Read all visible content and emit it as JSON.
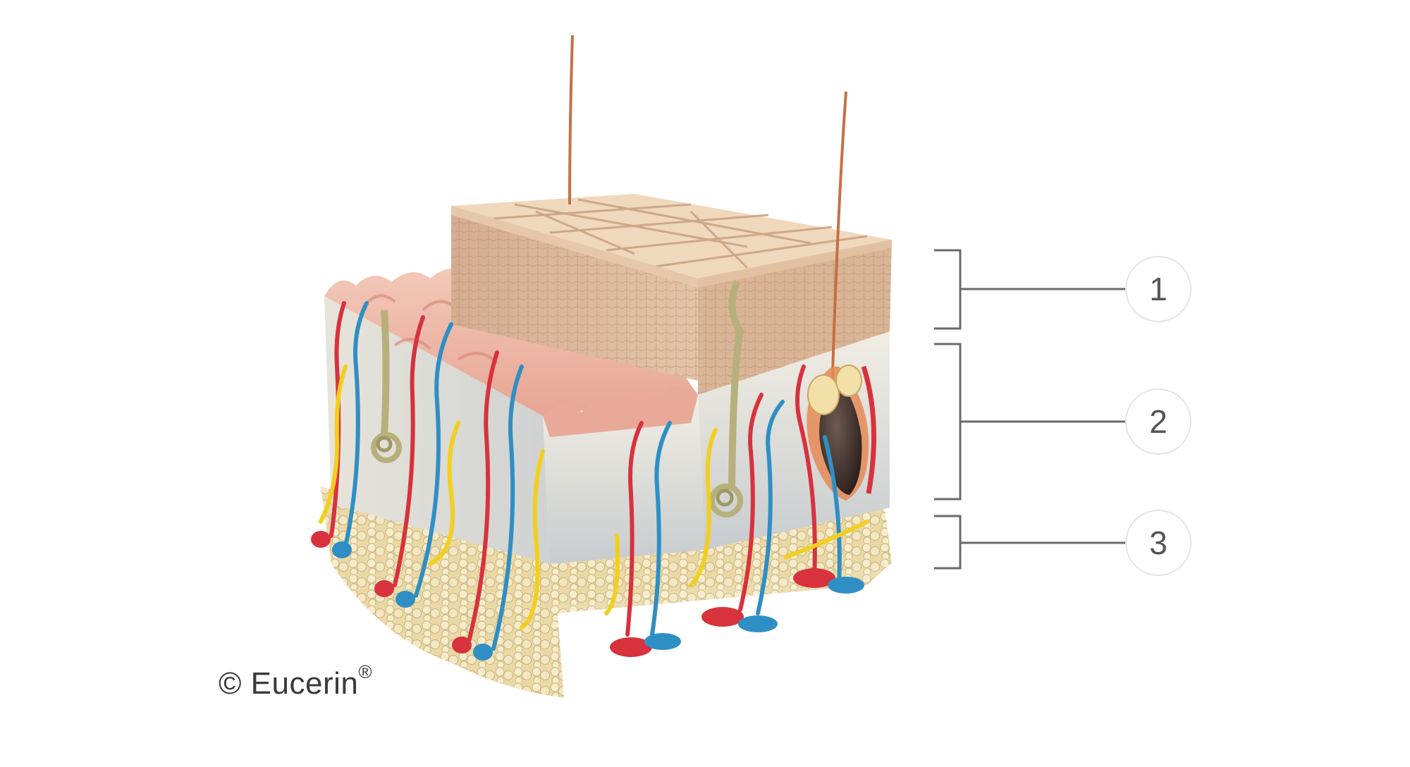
{
  "labels": [
    {
      "number": "1"
    },
    {
      "number": "2"
    },
    {
      "number": "3"
    }
  ],
  "copyright": {
    "symbol": "©",
    "brand": "Eucerin",
    "mark": "®"
  },
  "colors": {
    "artery": "#d8323d",
    "vein": "#2f8fc4",
    "nerve": "#f2cf1d",
    "gland": "#b7b07a",
    "epidermis_cell": "#f0d7bc",
    "dermis": "#e8e2d6",
    "papillae": "#f0b8a6",
    "fat": "#efe0b3",
    "bracket": "#6a6a6a"
  }
}
